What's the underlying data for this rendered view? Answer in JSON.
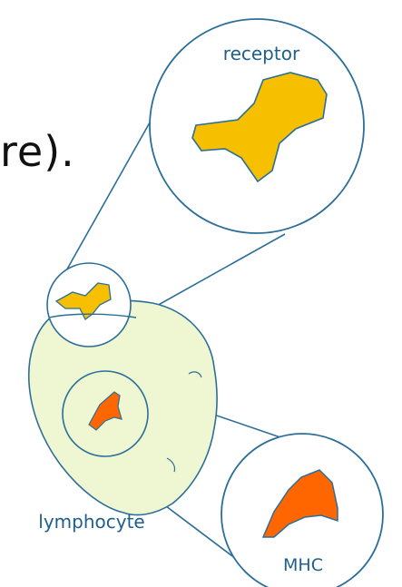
{
  "slide_text": {
    "partial_text": "re)."
  },
  "labels": {
    "receptor": "receptor",
    "lymphocyte": "lymphocyte",
    "mhc": "MHC"
  },
  "colors": {
    "outline": "#2b6f99",
    "receptor_fill": "#f6c000",
    "mhc_fill": "#ff6600",
    "cell_fill": "#eef6d2",
    "label_text": "#1f5f8b"
  }
}
